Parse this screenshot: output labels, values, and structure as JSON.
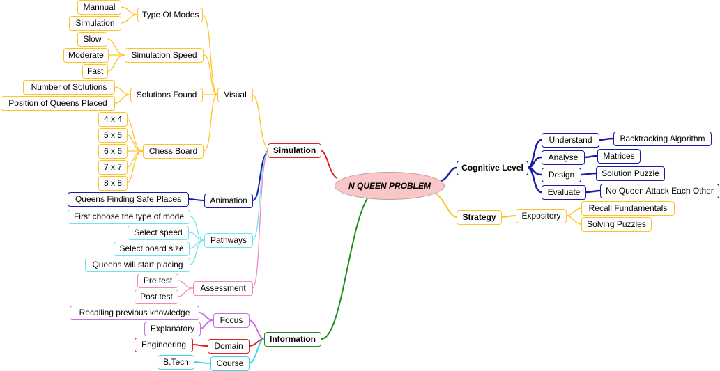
{
  "center": "N QUEEN PROBLEM",
  "simulation": {
    "label": "Simulation",
    "visual": {
      "label": "Visual",
      "type_of_modes": {
        "label": "Type Of Modes",
        "items": [
          "Mannual",
          "Simulation"
        ]
      },
      "simulation_speed": {
        "label": "Simulation Speed",
        "items": [
          "Slow",
          "Moderate",
          "Fast"
        ]
      },
      "solutions_found": {
        "label": "Solutions Found",
        "items": [
          "Number of  Solutions",
          "Position of Queens  Placed"
        ]
      },
      "chess_board": {
        "label": "Chess Board",
        "items": [
          "4 x 4",
          "5 x 5",
          "6 x 6",
          "7 x 7",
          "8 x 8"
        ]
      }
    },
    "animation": {
      "label": "Animation",
      "items": [
        "Queens Finding Safe Places"
      ]
    },
    "pathways": {
      "label": "Pathways",
      "items": [
        "First choose the type of mode",
        "Select speed",
        "Select board size",
        "Queens will start placing"
      ]
    },
    "assessment": {
      "label": "Assessment",
      "items": [
        "Pre test",
        "Post test"
      ]
    }
  },
  "information": {
    "label": "Information",
    "focus": {
      "label": "Focus",
      "items": [
        "Recalling previous knowledge",
        "Explanatory"
      ]
    },
    "domain": {
      "label": "Domain",
      "items": [
        "Engineering"
      ]
    },
    "course": {
      "label": "Course",
      "items": [
        "B.Tech"
      ]
    }
  },
  "cognitive_level": {
    "label": "Cognitive Level",
    "understand": {
      "label": "Understand",
      "items": [
        "Backtracking Algorithm"
      ]
    },
    "analyse": {
      "label": "Analyse",
      "items": [
        "Matrices"
      ]
    },
    "design": {
      "label": "Design",
      "items": [
        "Solution Puzzle"
      ]
    },
    "evaluate": {
      "label": "Evaluate",
      "items": [
        "No Queen Attack Each Other"
      ]
    }
  },
  "strategy": {
    "label": "Strategy",
    "expository": {
      "label": "Expository",
      "items": [
        "Recall Fundamentals",
        "Solving Puzzles"
      ]
    }
  },
  "colors": {
    "simulation_branch": "#e02020",
    "visual_branch": "#ffc325",
    "animation_branch": "#1a1aa6",
    "pathways_branch": "#6ee6f0",
    "assessment_branch": "#f08ac6",
    "information_branch": "#1a8f1a",
    "focus_branch": "#c86ee6",
    "domain_branch": "#e02020",
    "course_branch": "#3cd6e8",
    "cognitive_branch": "#1a1aa6",
    "strategy_branch": "#ffc325",
    "center_fill": "#f9c7c7"
  }
}
